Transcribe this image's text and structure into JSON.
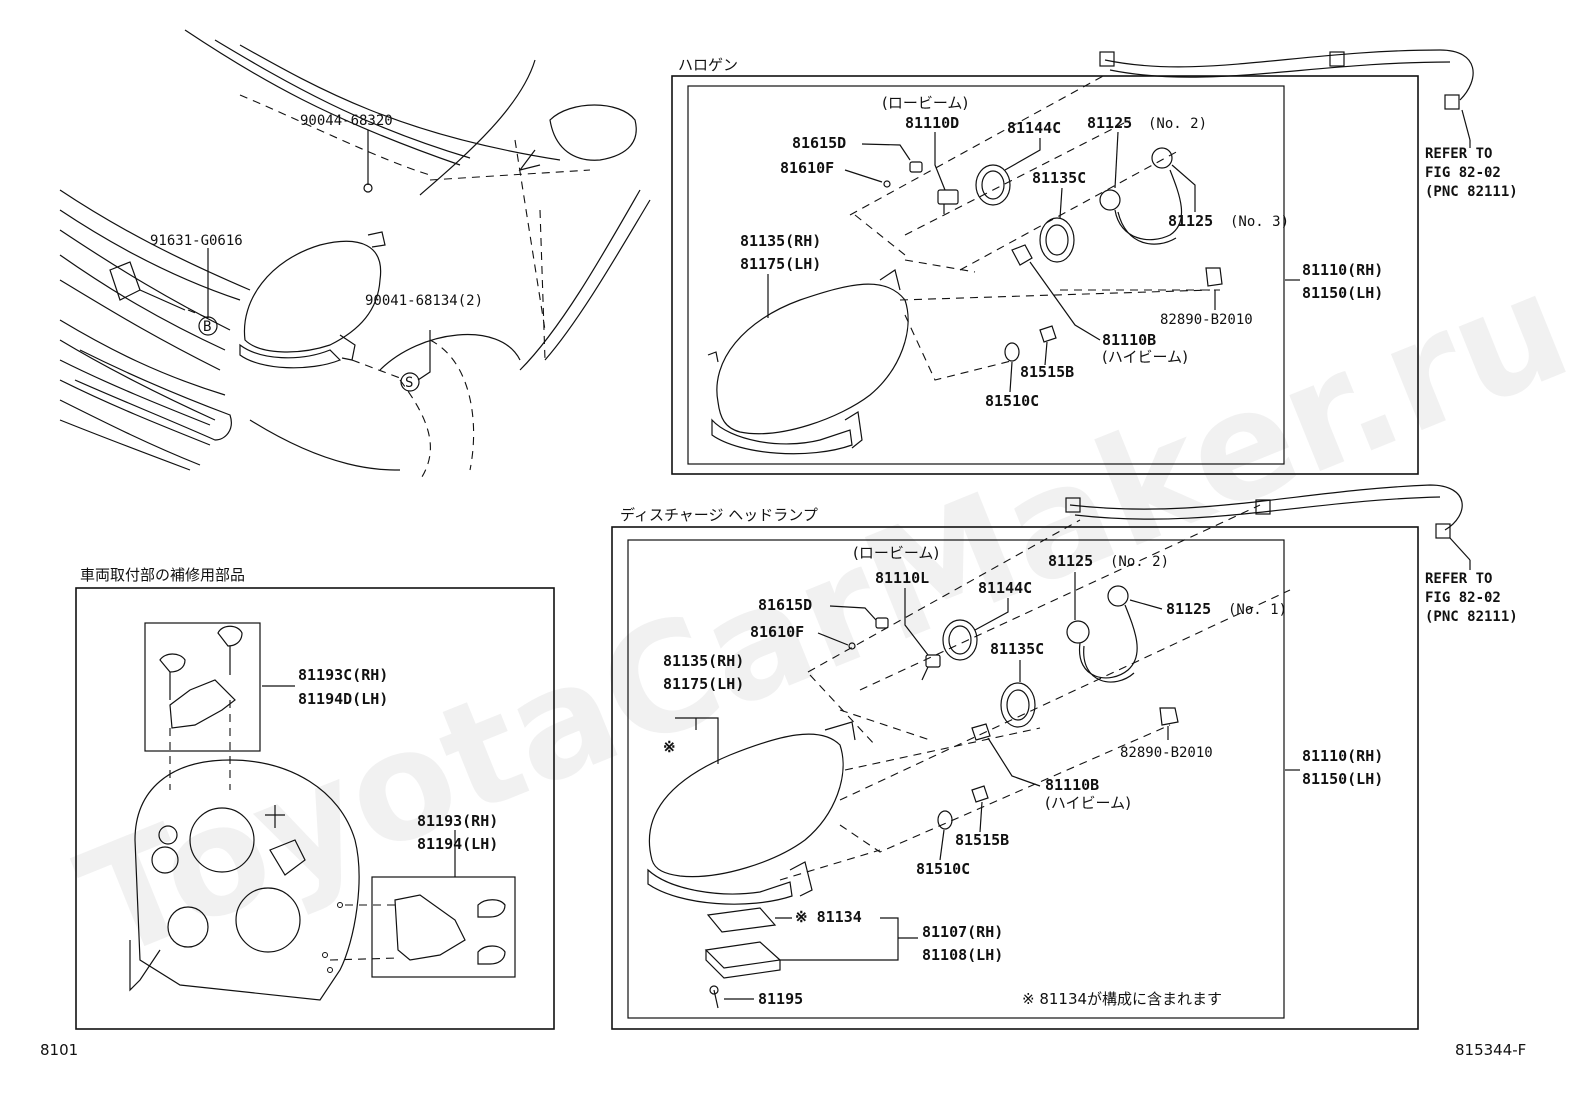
{
  "watermark": "ToyotaCarMaker.ru",
  "sections": {
    "halogen_title": "ハロゲン",
    "discharge_title": "ディスチャージ ヘッドランプ",
    "repair_title": "車両取付部の補修用部品"
  },
  "overview": {
    "p1": "90044-68320",
    "p2": "91631-G0616",
    "p3": "90041-68134(2)",
    "mark_b": "B",
    "mark_s": "S"
  },
  "halogen": {
    "low_beam": "(ロービーム)",
    "p_81110D": "81110D",
    "p_81615D": "81615D",
    "p_81610F": "81610F",
    "p_81144C": "81144C",
    "p_81125": "81125",
    "no2": "(No. 2)",
    "p_81135C": "81135C",
    "p_81125b": "81125",
    "no3": "(No. 3)",
    "p_81135RH": "81135(RH)",
    "p_81175LH": "81175(LH)",
    "p_81110RH": "81110(RH)",
    "p_81150LH": "81150(LH)",
    "p_82890": "82890-B2010",
    "p_81110B": "81110B",
    "high_beam": "(ハイビーム)",
    "p_81515B": "81515B",
    "p_81510C": "81510C",
    "refer1": "REFER TO",
    "refer2": "FIG 82-02",
    "refer3": "(PNC 82111)"
  },
  "discharge": {
    "low_beam": "(ロービーム)",
    "p_81110L": "81110L",
    "p_81615D": "81615D",
    "p_81610F": "81610F",
    "p_81144C": "81144C",
    "p_81125": "81125",
    "no2": "(No. 2)",
    "p_81125b": "81125",
    "no1": "(No. 1)",
    "p_81135C": "81135C",
    "p_81135RH": "81135(RH)",
    "p_81175LH": "81175(LH)",
    "kome": "※",
    "p_82890": "82890-B2010",
    "p_81110RH": "81110(RH)",
    "p_81150LH": "81150(LH)",
    "p_81110B": "81110B",
    "high_beam": "(ハイビーム)",
    "p_81515B": "81515B",
    "p_81510C": "81510C",
    "p_81134": "※ 81134",
    "p_81107": "81107(RH)",
    "p_81108": "81108(LH)",
    "p_81195": "81195",
    "note": "※ 81134が構成に含まれます",
    "refer1": "REFER TO",
    "refer2": "FIG 82-02",
    "refer3": "(PNC 82111)"
  },
  "repair": {
    "p_81193C": "81193C(RH)",
    "p_81194D": "81194D(LH)",
    "p_81193": "81193(RH)",
    "p_81194": "81194(LH)"
  },
  "footer": {
    "left": "8101",
    "right": "815344-F"
  }
}
